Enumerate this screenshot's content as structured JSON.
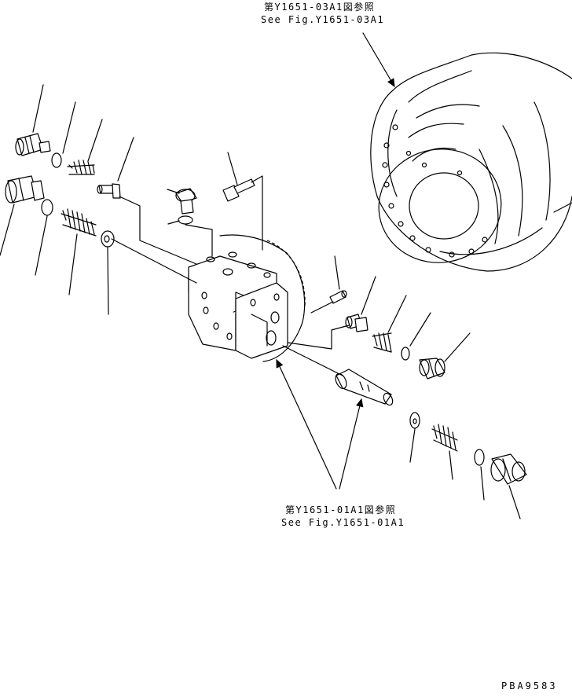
{
  "references": {
    "top": {
      "jp": "第Y1651-03A1図参照",
      "en": "See Fig.Y1651-03A1"
    },
    "bottom": {
      "jp": "第Y1651-01A1図参照",
      "en": "See Fig.Y1651-01A1"
    }
  },
  "drawing_code": "PBA9583"
}
